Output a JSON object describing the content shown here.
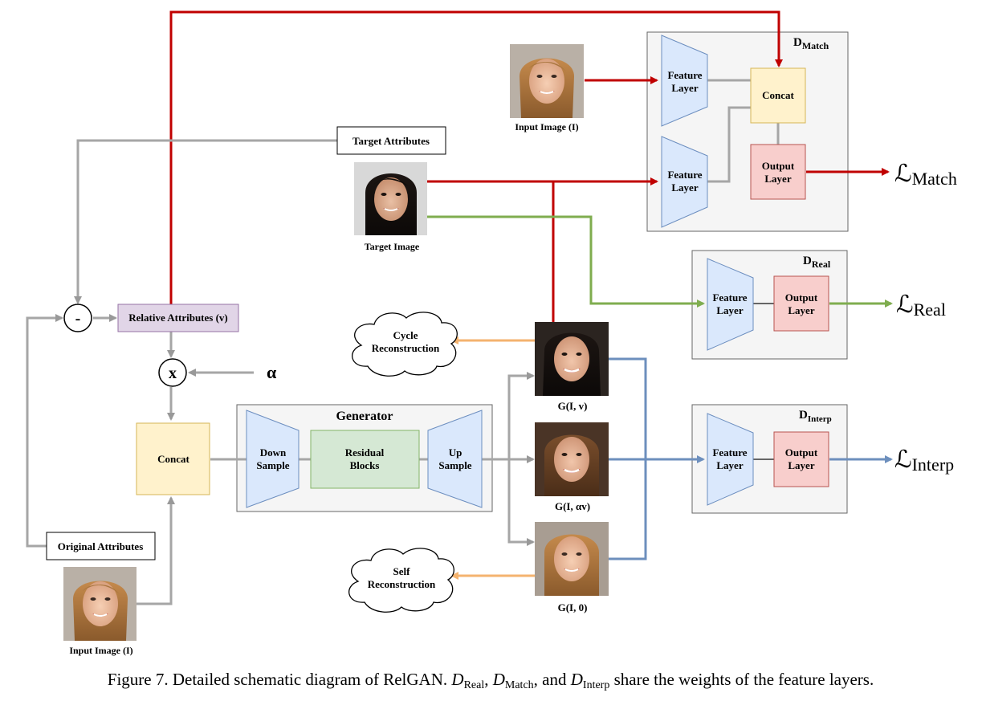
{
  "input_image_top_label": "Input Image (I)",
  "target_attributes_label": "Target Attributes",
  "target_image_label": "Target Image",
  "original_attributes_label": "Original Attributes",
  "input_image_bottom_label": "Input Image (I)",
  "minus_symbol": "-",
  "times_symbol": "x",
  "alpha_symbol": "α",
  "relative_attributes_label": "Relative Attributes (v)",
  "concat_left_label": "Concat",
  "generator": {
    "title": "Generator",
    "down_sample": [
      "Down",
      "Sample"
    ],
    "residual_blocks": [
      "Residual",
      "Blocks"
    ],
    "up_sample": [
      "Up",
      "Sample"
    ]
  },
  "outputs": {
    "g_v": "G(I, v)",
    "g_av": "G(I, αv)",
    "g_0": "G(I, 0)"
  },
  "clouds": {
    "cycle": [
      "Cycle",
      "Reconstruction"
    ],
    "self": [
      "Self",
      "Reconstruction"
    ]
  },
  "d_match": {
    "title_main": "D",
    "title_sub": "Match",
    "feature_layer_1": [
      "Feature",
      "Layer"
    ],
    "feature_layer_2": [
      "Feature",
      "Layer"
    ],
    "concat": "Concat",
    "output_layer": [
      "Output",
      "Layer"
    ],
    "loss_main": "ℒ",
    "loss_sub": "Match"
  },
  "d_real": {
    "title_main": "D",
    "title_sub": "Real",
    "feature_layer": [
      "Feature",
      "Layer"
    ],
    "output_layer": [
      "Output",
      "Layer"
    ],
    "loss_main": "ℒ",
    "loss_sub": "Real"
  },
  "d_interp": {
    "title_main": "D",
    "title_sub": "Interp",
    "feature_layer": [
      "Feature",
      "Layer"
    ],
    "output_layer": [
      "Output",
      "Layer"
    ],
    "loss_main": "ℒ",
    "loss_sub": "Interp"
  },
  "caption": {
    "prefix": "Figure 7.  Detailed schematic diagram of RelGAN. ",
    "d_main_1": "D",
    "d_sub_1": "Real",
    "sep1": ", ",
    "d_main_2": "D",
    "d_sub_2": "Match",
    "sep2": ", and ",
    "d_main_3": "D",
    "d_sub_3": "Interp",
    "suffix": " share the weights of the feature layers."
  },
  "colors": {
    "red": "#c00000",
    "green": "#7fad4f",
    "blue": "#6d8fbd",
    "orange": "#f4b36f",
    "gray": "#a6a6a6",
    "trap_fill": "#dae8fc",
    "trap_stroke": "#6c8ebf",
    "concat_fill": "#fff2cc",
    "concat_stroke": "#d6b656",
    "output_fill": "#f8cecc",
    "output_stroke": "#b85450",
    "residual_fill": "#d5e8d4",
    "residual_stroke": "#82b366",
    "relative_fill": "#e1d5e7",
    "relative_stroke": "#9673a6",
    "panel_fill": "#f5f5f5"
  },
  "icons": {
    "face_icon": "face-photo-icon",
    "cloud_icon": "cloud-icon"
  }
}
